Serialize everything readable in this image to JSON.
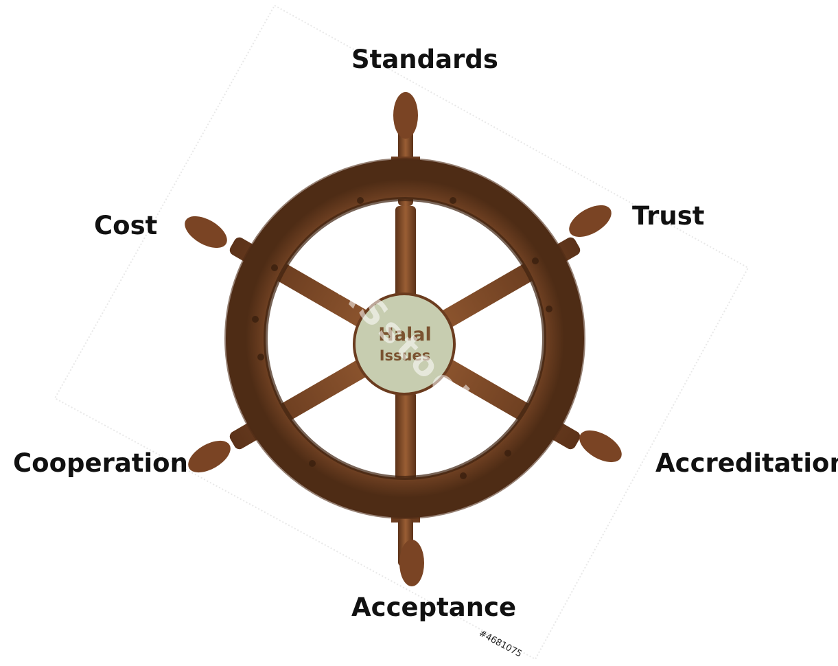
{
  "diagram": {
    "center": {
      "title": "Halal",
      "subtitle": "Issues"
    },
    "spokes": [
      {
        "label": "Standards"
      },
      {
        "label": "Trust"
      },
      {
        "label": "Accreditation"
      },
      {
        "label": "Acceptance"
      },
      {
        "label": "Cooperation"
      },
      {
        "label": "Cost"
      }
    ]
  },
  "watermark": {
    "text": "ASstock",
    "id": "#4681075"
  },
  "colors": {
    "wood": "#7a4a2a",
    "wood_dark": "#5b3219",
    "wood_light": "#a0663b",
    "hub_fill": "#c7cdb0",
    "hub_text": "#7a5230",
    "label_text": "#111111"
  }
}
